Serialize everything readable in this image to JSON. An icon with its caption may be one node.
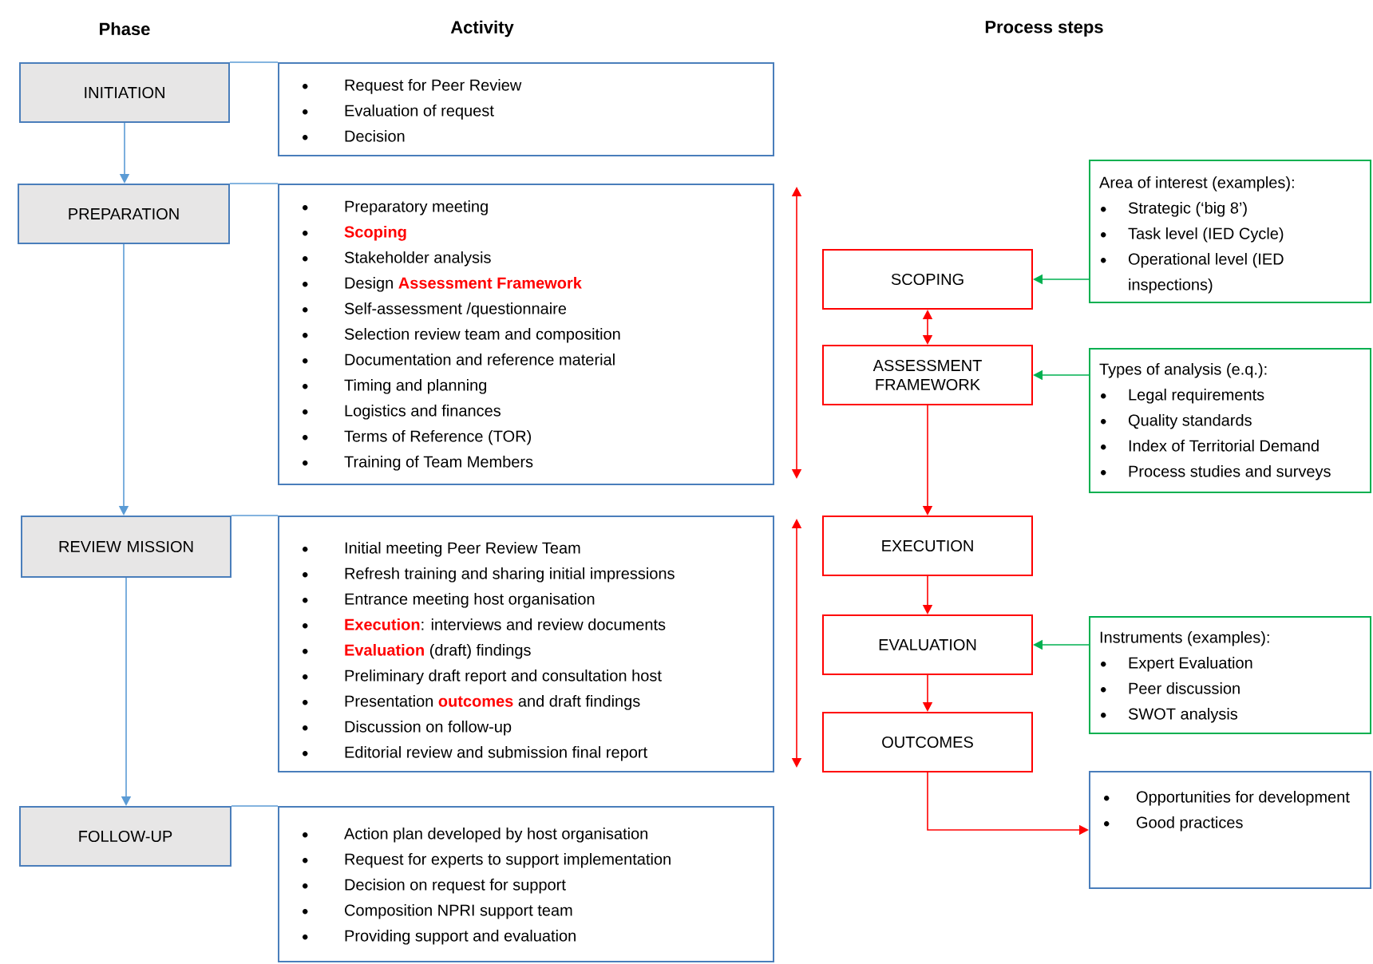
{
  "diagram": {
    "nodes": [
      {
        "text": [
          "INITIATION"
        ]
      },
      {
        "text": [
          "Request for Peer Review",
          "Evaluation of request",
          "Decision"
        ]
      },
      {
        "text": [
          "PREPARATION"
        ]
      },
      {
        "text": [
          "Preparatory meeting",
          "**Scoping**",
          "Stakeholder analysis",
          "Design **Assessment Framework**",
          "Self-assessment /questionnaire",
          "Selection review team and composition",
          "Documentation and reference material",
          "Timing and planning",
          "Logistics and finances",
          "Terms of Reference (TOR)",
          "Training of Team Members"
        ]
      },
      {
        "text": [
          "REVIEW MISSION"
        ]
      },
      {
        "text": [
          "Initial meeting Peer Review Team",
          "Refresh training and sharing initial impressions",
          "Entrance meeting host organisation",
          "**Execution**: interviews and review documents",
          "**Evaluation** (draft) findings",
          "Preliminary draft report and consultation host",
          "Presentation **outcomes** and draft findings",
          "Discussion on follow-up",
          "Editorial review and submission final report"
        ]
      },
      {
        "text": [
          "FOLLOW-UP"
        ]
      },
      {
        "text": [
          "Action plan developed by host organisation",
          "Request for experts to support implementation",
          "Decision on request for support",
          "Composition NPRI support team",
          "Providing support and evaluation"
        ]
      },
      {
        "text": [
          "SCOPING"
        ]
      },
      {
        "text": [
          "ASSESSMENT FRAMEWORK"
        ]
      },
      {
        "text": [
          "Area of interest (examples):",
          "Strategic (‘big 8’)",
          "Task level (IED Cycle)",
          "Operational level (IED inspections)"
        ]
      },
      {
        "text": [
          "Types of analysis (e.q.):",
          "Legal requirements",
          "Quality standards",
          "Index of Territorial Demand",
          "Process studies and surveys"
        ]
      },
      {
        "text": [
          "EXECUTION"
        ]
      },
      {
        "text": [
          "EVALUATION"
        ]
      },
      {
        "text": [
          "Instruments (examples):",
          "Expert Evaluation",
          "Peer discussion",
          "SWOT analysis"
        ]
      },
      {
        "text": [
          "OUTCOMES"
        ]
      },
      {
        "text": [
          "Opportunities for development",
          "Good practices"
        ]
      }
    ],
    "edges": [
      {
        "from": 0,
        "to": 2,
        "arrow": "to"
      },
      {
        "from": 2,
        "to": 4,
        "arrow": "to"
      },
      {
        "from": 4,
        "to": 6,
        "arrow": "to"
      },
      {
        "from": 0,
        "to": 1,
        "arrow": "none"
      },
      {
        "from": 2,
        "to": 3,
        "arrow": "none"
      },
      {
        "from": 4,
        "to": 5,
        "arrow": "none"
      },
      {
        "from": 6,
        "to": 7,
        "arrow": "none"
      },
      {
        "from": 8,
        "to": 9,
        "arrow": "both",
        "color": "#ff0000"
      },
      {
        "from": 9,
        "to": 12,
        "arrow": "to",
        "color": "#ff0000"
      },
      {
        "from": 12,
        "to": 13,
        "arrow": "to",
        "color": "#ff0000"
      },
      {
        "from": 13,
        "to": 15,
        "arrow": "to",
        "color": "#ff0000"
      },
      {
        "from": 15,
        "to": 16,
        "arrow": "to",
        "color": "#ff0000"
      },
      {
        "from": 10,
        "to": 8,
        "arrow": "to",
        "color": "#00b050"
      },
      {
        "from": 11,
        "to": 9,
        "arrow": "to",
        "color": "#00b050"
      },
      {
        "from": 14,
        "to": 13,
        "arrow": "to",
        "color": "#00b050"
      }
    ],
    "labels": [
      "Phase",
      "Activity",
      "Process steps"
    ]
  }
}
